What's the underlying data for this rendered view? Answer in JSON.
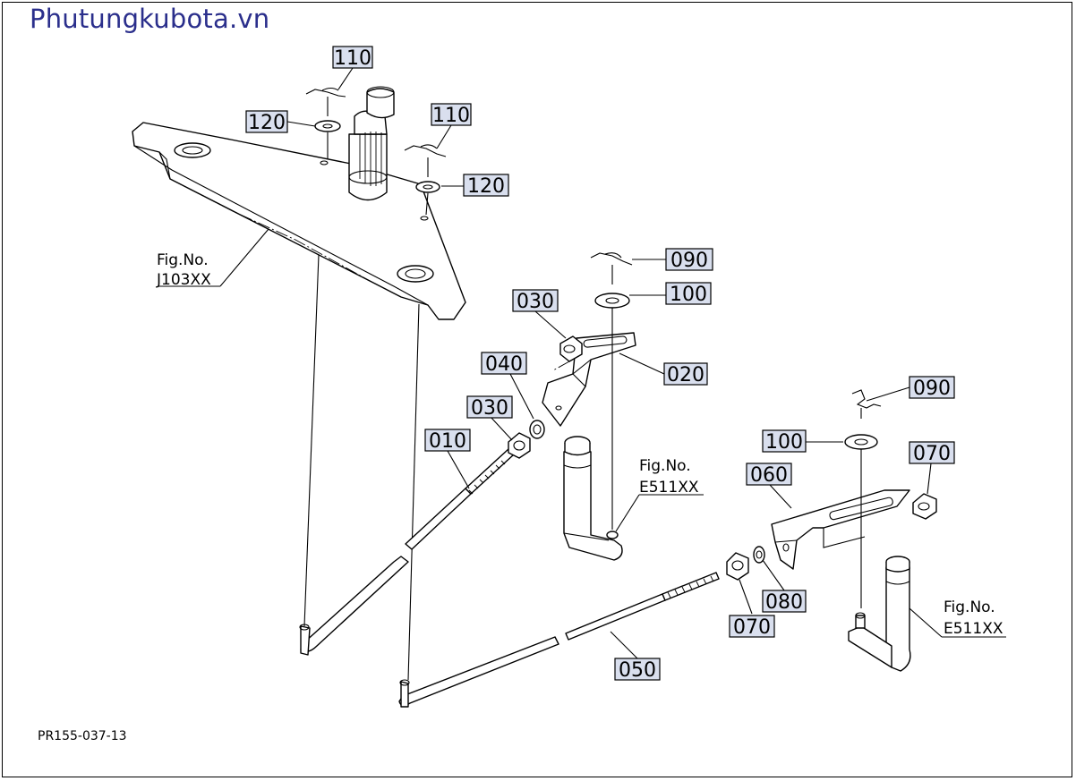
{
  "brand": "Phutungkubota.vn",
  "drawing_id": "PR155-037-13",
  "labels": {
    "p110a": "110",
    "p120a": "120",
    "p110b": "110",
    "p120b": "120",
    "p090a": "090",
    "p100a": "100",
    "p030a": "030",
    "p020": "020",
    "p040": "040",
    "p030b": "030",
    "p010": "010",
    "p090b": "090",
    "p100b": "100",
    "p070a": "070",
    "p060": "060",
    "p080": "080",
    "p070b": "070",
    "p050": "050"
  },
  "fig_refs": {
    "j103": {
      "line1": "Fig.No.",
      "line2": "J103XX"
    },
    "e511a": {
      "line1": "Fig.No.",
      "line2": "E511XX"
    },
    "e511b": {
      "line1": "Fig.No.",
      "line2": "E511XX"
    }
  }
}
